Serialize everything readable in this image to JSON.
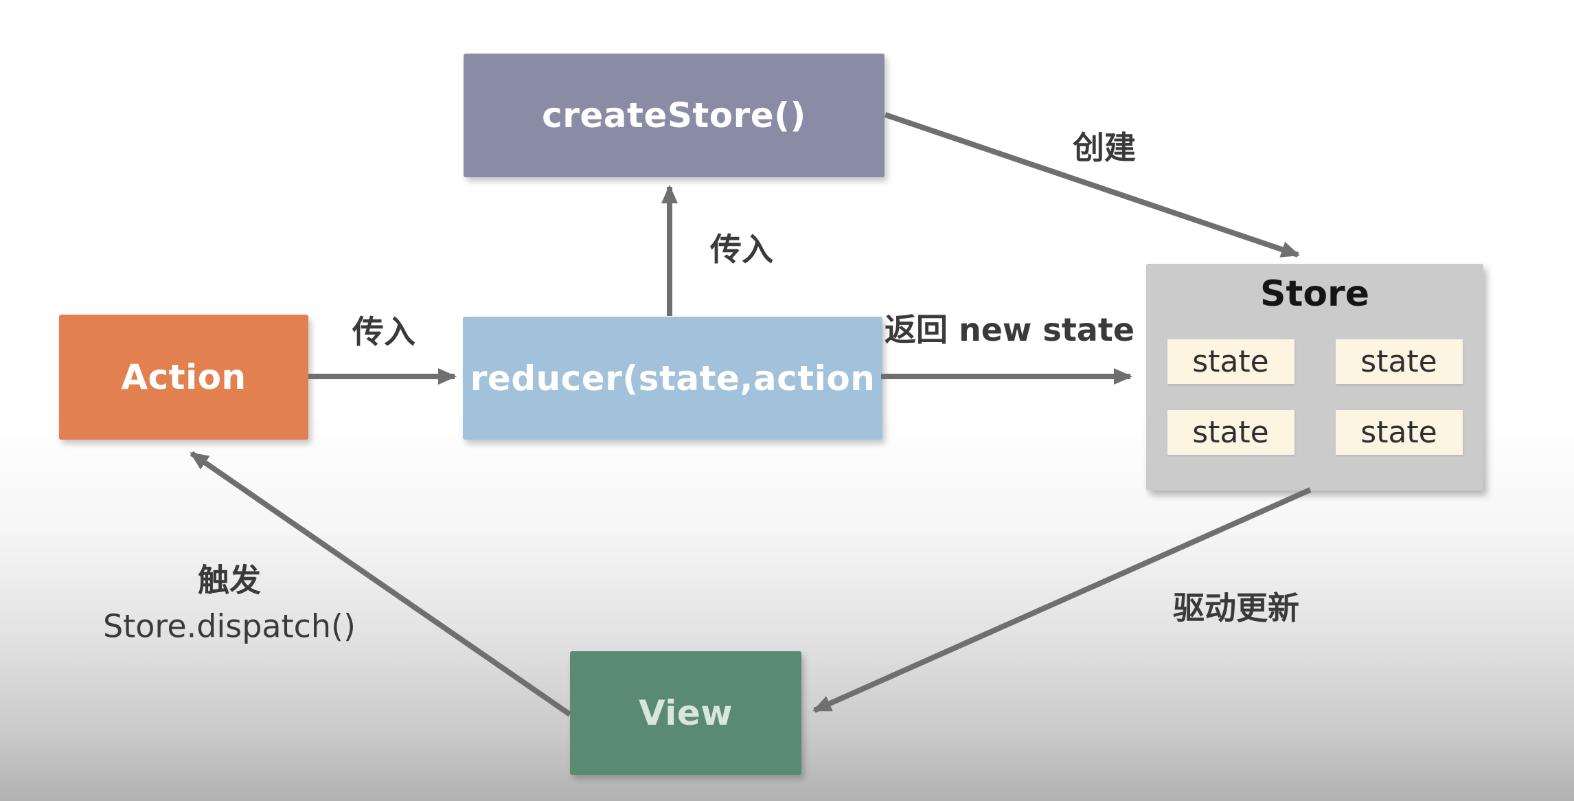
{
  "diagram": {
    "nodes": {
      "create_store": {
        "label": "createStore()",
        "color": "#8a8ca6"
      },
      "action": {
        "label": "Action",
        "color": "#e2804f"
      },
      "reducer": {
        "label": "reducer(state,action",
        "color": "#a2c1da"
      },
      "store": {
        "label": "Store",
        "color": "#cbcbcb",
        "state_color": "#fdf5e1",
        "states": [
          "state",
          "state",
          "state",
          "state"
        ]
      },
      "view": {
        "label": "View",
        "color": "#5b8a72"
      }
    },
    "edge_labels": {
      "pass_in_horizontal": "传入",
      "pass_in_vertical": "传入",
      "create": "创建",
      "return_new_state": "返回 new state",
      "trigger_line_1": "触发",
      "trigger_line_2": "Store.dispatch()",
      "drive_update": "驱动更新"
    },
    "arrow_color": "#6f6f6f",
    "label_color": "#3a3a3a"
  }
}
